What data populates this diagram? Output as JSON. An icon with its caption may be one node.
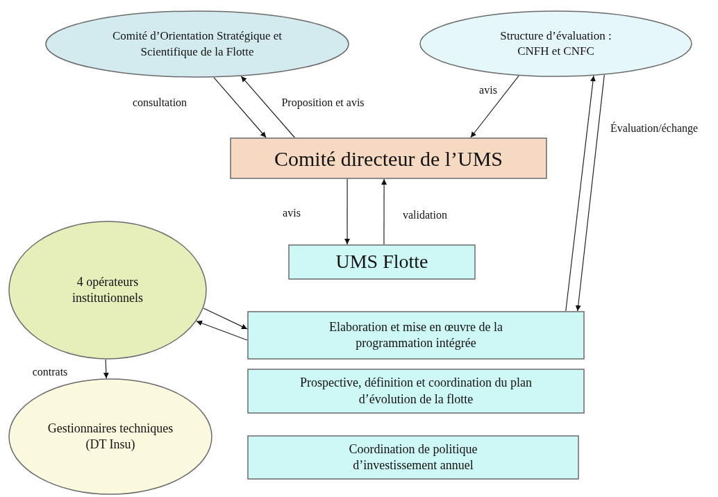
{
  "diagram": {
    "nodes": [
      {
        "text": [
          "Comité d’Orientation Stratégique et Scientifique de la Flotte"
        ]
      },
      {
        "text": [
          "Structure d’évaluation : CNFH et CNFC"
        ]
      },
      {
        "text": [
          "Comité directeur de l’UMS"
        ]
      },
      {
        "text": [
          "UMS Flotte"
        ]
      },
      {
        "text": [
          "4 opérateurs institutionnels"
        ]
      },
      {
        "text": [
          "Gestionnaires techniques (DT Insu)"
        ]
      },
      {
        "text": [
          "Elaboration et mise en œuvre de la programmation intégrée"
        ]
      },
      {
        "text": [
          "Prospective, définition et coordination du plan d’évolution de la flotte"
        ]
      },
      {
        "text": [
          "Coordination de politique d’investissement annuel"
        ]
      }
    ],
    "edges": [
      {
        "from": 0,
        "to": 2,
        "arrow": "to",
        "label": "consultation"
      },
      {
        "from": 2,
        "to": 0,
        "arrow": "to",
        "label": "Proposition et avis"
      },
      {
        "from": 1,
        "to": 2,
        "arrow": "to",
        "label": "avis"
      },
      {
        "from": 2,
        "to": 3,
        "arrow": "to",
        "label": "avis"
      },
      {
        "from": 3,
        "to": 2,
        "arrow": "to",
        "label": "validation"
      },
      {
        "from": 6,
        "to": 1,
        "arrow": "to"
      },
      {
        "from": 1,
        "to": 6,
        "arrow": "to",
        "label": "Évaluation/échange"
      },
      {
        "from": 4,
        "to": 6,
        "arrow": "to"
      },
      {
        "from": 6,
        "to": 4,
        "arrow": "to"
      },
      {
        "from": 4,
        "to": 5,
        "arrow": "to",
        "label": "contrats"
      }
    ]
  }
}
